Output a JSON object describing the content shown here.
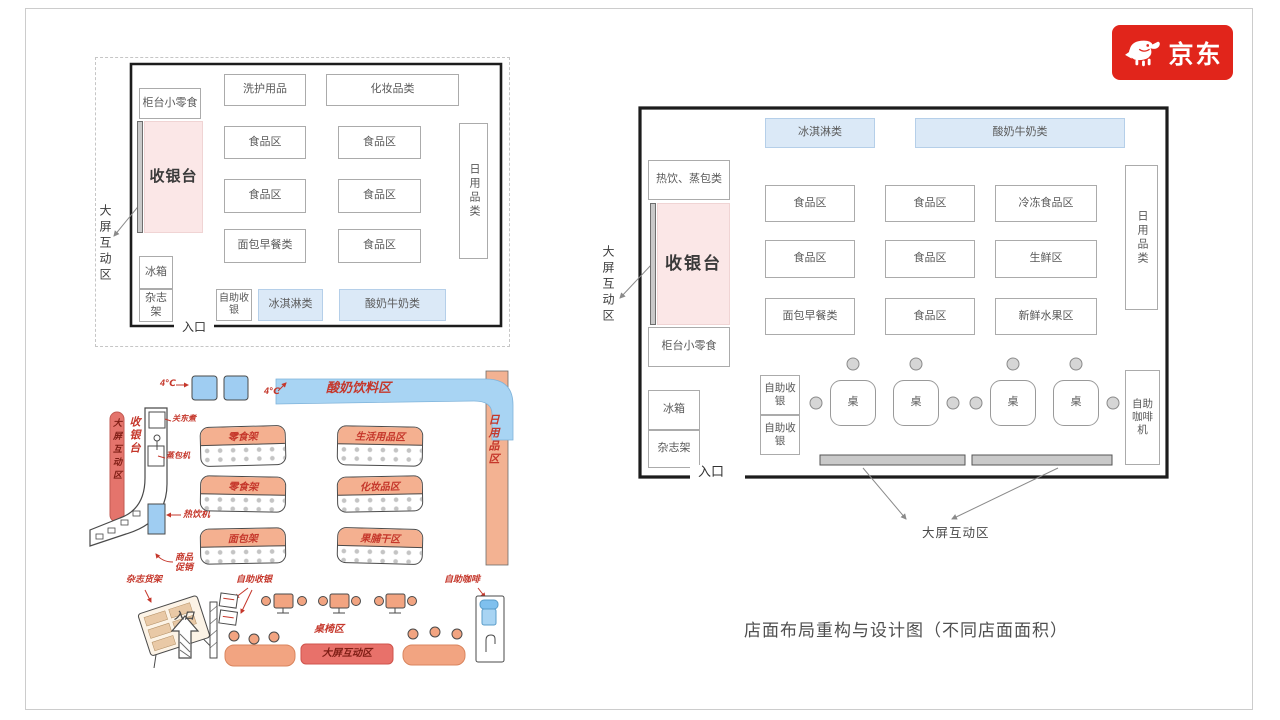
{
  "logo": {
    "brand": "京东"
  },
  "caption": "店面布局重构与设计图（不同店面面积）",
  "plan_small": {
    "screen_zone": "大屏互动区",
    "entrance": "入口",
    "counter_snacks": "柜台小零食",
    "cashier": "收银台",
    "toiletries": "洗护用品",
    "cosmetics": "化妆品类",
    "food_1": "食品区",
    "food_2": "食品区",
    "food_3": "食品区",
    "food_4": "食品区",
    "bread_breakfast": "面包早餐类",
    "food_5": "食品区",
    "daily_goods": "日用品类",
    "fridge": "冰箱",
    "magazine_rack": "杂志架",
    "self_checkout": "自助收银",
    "ice_cream": "冰淇淋类",
    "yogurt_milk": "酸奶牛奶类"
  },
  "plan_large": {
    "screen_zone_left": "大屏互动区",
    "screen_zone_bottom": "大屏互动区",
    "entrance": "入口",
    "ice_cream": "冰淇淋类",
    "yogurt_milk": "酸奶牛奶类",
    "hot_drinks_buns": "热饮、蒸包类",
    "cashier": "收银台",
    "counter_snacks": "柜台小零食",
    "fridge": "冰箱",
    "magazine_rack": "杂志架",
    "food_1": "食品区",
    "food_2": "食品区",
    "frozen_food": "冷冻食品区",
    "food_3": "食品区",
    "food_4": "食品区",
    "fresh_food": "生鲜区",
    "bread_breakfast": "面包早餐类",
    "food_5": "食品区",
    "fresh_fruit": "新鲜水果区",
    "daily_goods": "日用品类",
    "self_checkout_1": "自助收银",
    "self_checkout_2": "自助收银",
    "table_1": "桌",
    "table_2": "桌",
    "table_3": "桌",
    "table_4": "桌",
    "coffee_machine": "自助咖啡机"
  },
  "sketch": {
    "temp_1": "4℃",
    "temp_2": "4℃",
    "yogurt_drinks": "酸奶饮料区",
    "daily_goods": "日用品区",
    "screen_zone": "大屏互动区",
    "cashier": "收银台",
    "oden": "关东煮",
    "bun_steamer": "蒸包机",
    "hot_drink_machine": "热饮机",
    "snack_shelf_1": "零食架",
    "life_goods": "生活用品区",
    "snack_shelf_2": "零食架",
    "cosmetics": "化妆品区",
    "bread_shelf": "面包架",
    "dried_fruit": "果脯干区",
    "promo": "商品促销",
    "magazine_rack": "杂志货架",
    "entrance": "入口",
    "self_checkout": "自助收银",
    "tables_chairs": "桌椅区",
    "screen_zone_2": "大屏互动区",
    "self_coffee": "自助咖啡"
  }
}
